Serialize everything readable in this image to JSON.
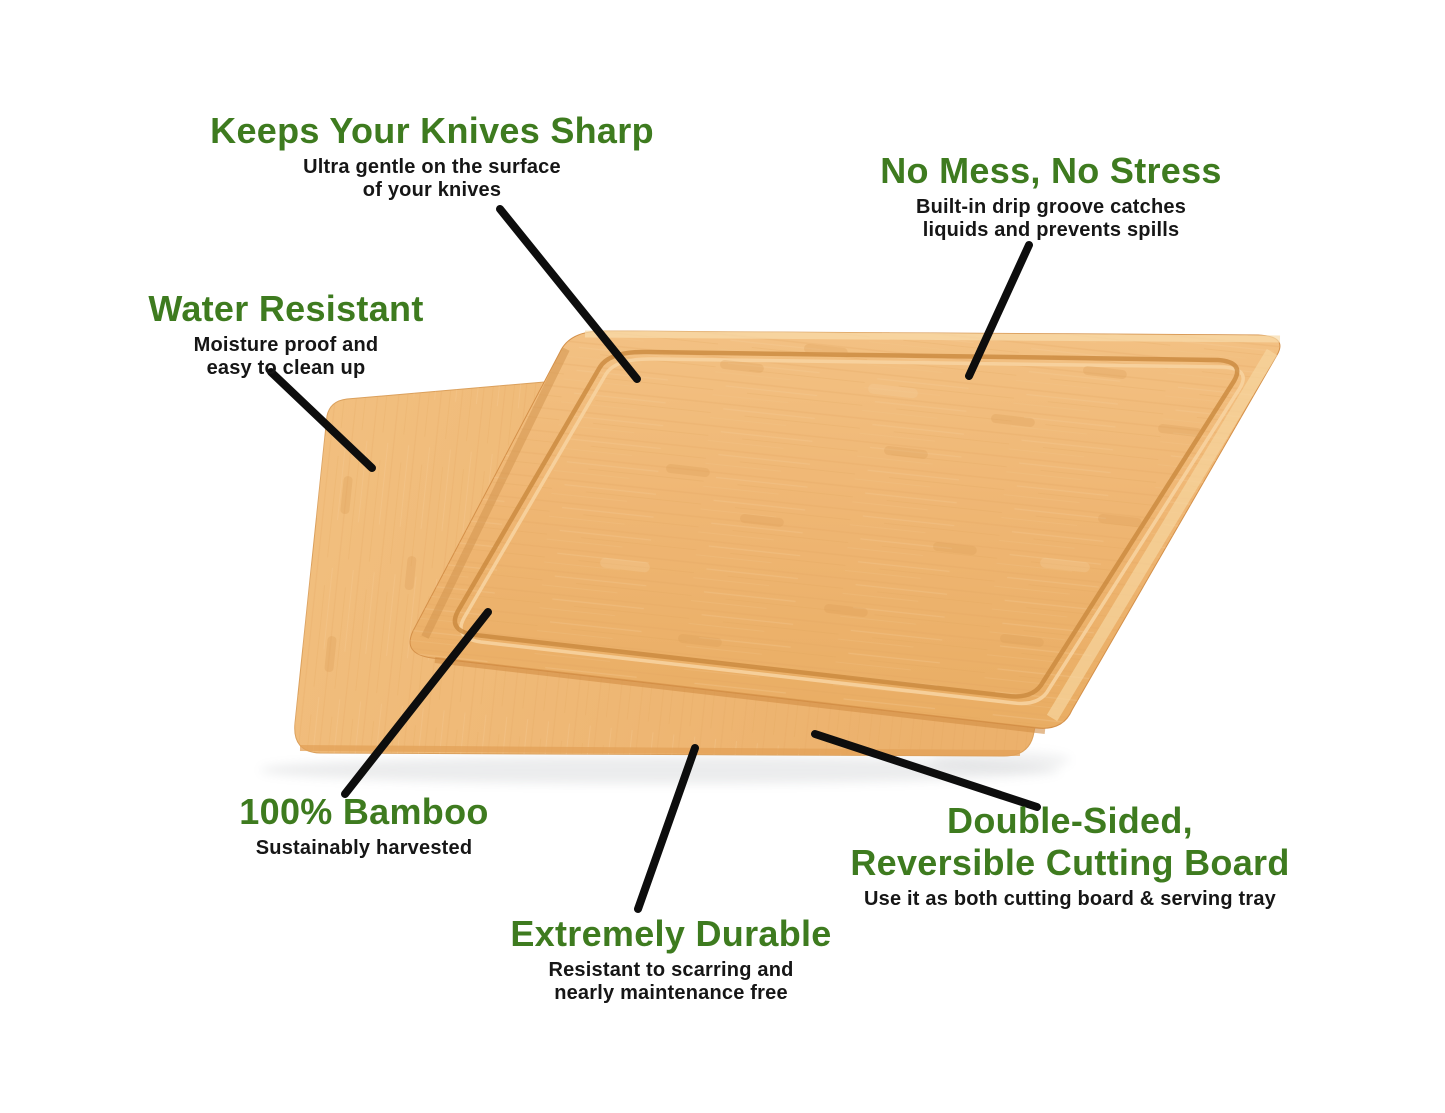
{
  "colors": {
    "heading_green": "#3e7b1f",
    "subtitle_black": "#161616",
    "board_wood": "#eeb26c",
    "board_wood_light": "#f4c488",
    "board_wood_dark": "#d99b54",
    "groove_brown": "#c9883d",
    "leader_line_black": "#0d0d0d"
  },
  "callouts": {
    "knives": {
      "title": "Keeps Your Knives Sharp",
      "sub1": "Ultra gentle on the surface",
      "sub2": "of your knives"
    },
    "no_mess": {
      "title": "No Mess, No Stress",
      "sub1": "Built-in drip groove catches",
      "sub2": "liquids and prevents spills"
    },
    "water": {
      "title": "Water Resistant",
      "sub1": "Moisture proof and",
      "sub2": "easy to clean up"
    },
    "bamboo": {
      "title": "100% Bamboo",
      "sub1": "Sustainably harvested"
    },
    "durable": {
      "title": "Extremely Durable",
      "sub1": "Resistant to scarring and",
      "sub2": "nearly maintenance free"
    },
    "double_sided": {
      "title1": "Double-Sided,",
      "title2": "Reversible Cutting Board",
      "sub1": "Use it as both cutting board & serving tray"
    }
  }
}
